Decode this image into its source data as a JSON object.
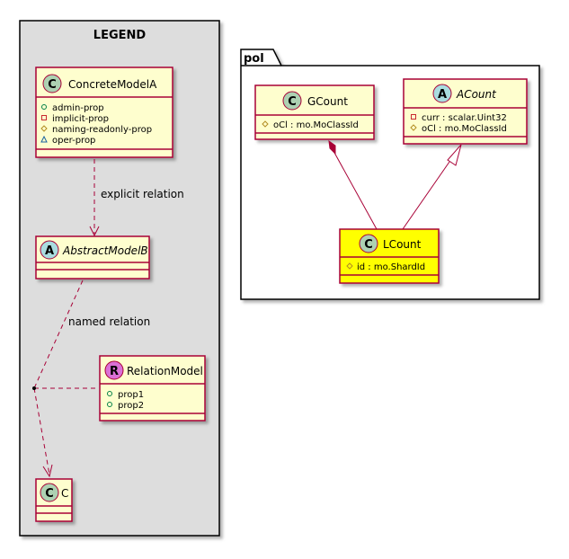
{
  "legend": {
    "title": "LEGEND",
    "concrete_model": {
      "stereotype": "C",
      "name": "ConcreteModelA",
      "props": [
        {
          "visibility": "public",
          "name": "admin-prop"
        },
        {
          "visibility": "private",
          "name": "implicit-prop"
        },
        {
          "visibility": "protected",
          "name": "naming-readonly-prop"
        },
        {
          "visibility": "package",
          "name": "oper-prop"
        }
      ]
    },
    "abstract_model": {
      "stereotype": "A",
      "name": "AbstractModelB"
    },
    "relation_model": {
      "stereotype": "R",
      "name": "RelationModel",
      "props": [
        {
          "visibility": "public",
          "name": "prop1"
        },
        {
          "visibility": "public",
          "name": "prop2"
        }
      ]
    },
    "c_model": {
      "stereotype": "C",
      "name": "C"
    },
    "explicit_relation_label": "explicit relation",
    "named_relation_label": "named relation"
  },
  "package": {
    "name": "pol",
    "gcount": {
      "stereotype": "C",
      "name": "GCount",
      "props": [
        {
          "visibility": "protected",
          "name": "oCl : mo.MoClassId"
        }
      ]
    },
    "acount": {
      "stereotype": "A",
      "name": "ACount",
      "props": [
        {
          "visibility": "private",
          "name": "curr : scalar.Uint32"
        },
        {
          "visibility": "protected",
          "name": "oCl : mo.MoClassId"
        }
      ]
    },
    "lcount": {
      "stereotype": "C",
      "name": "LCount",
      "highlight_color": "#ffff00",
      "props": [
        {
          "visibility": "protected",
          "name": "id : mo.ShardId"
        }
      ]
    }
  },
  "colors": {
    "class_fill": "#fefece",
    "class_border": "#a80036",
    "legend_fill": "#dddddd",
    "circle_c": "#add1b2",
    "circle_a": "#a9dcdf",
    "circle_r": "#da70d6"
  }
}
